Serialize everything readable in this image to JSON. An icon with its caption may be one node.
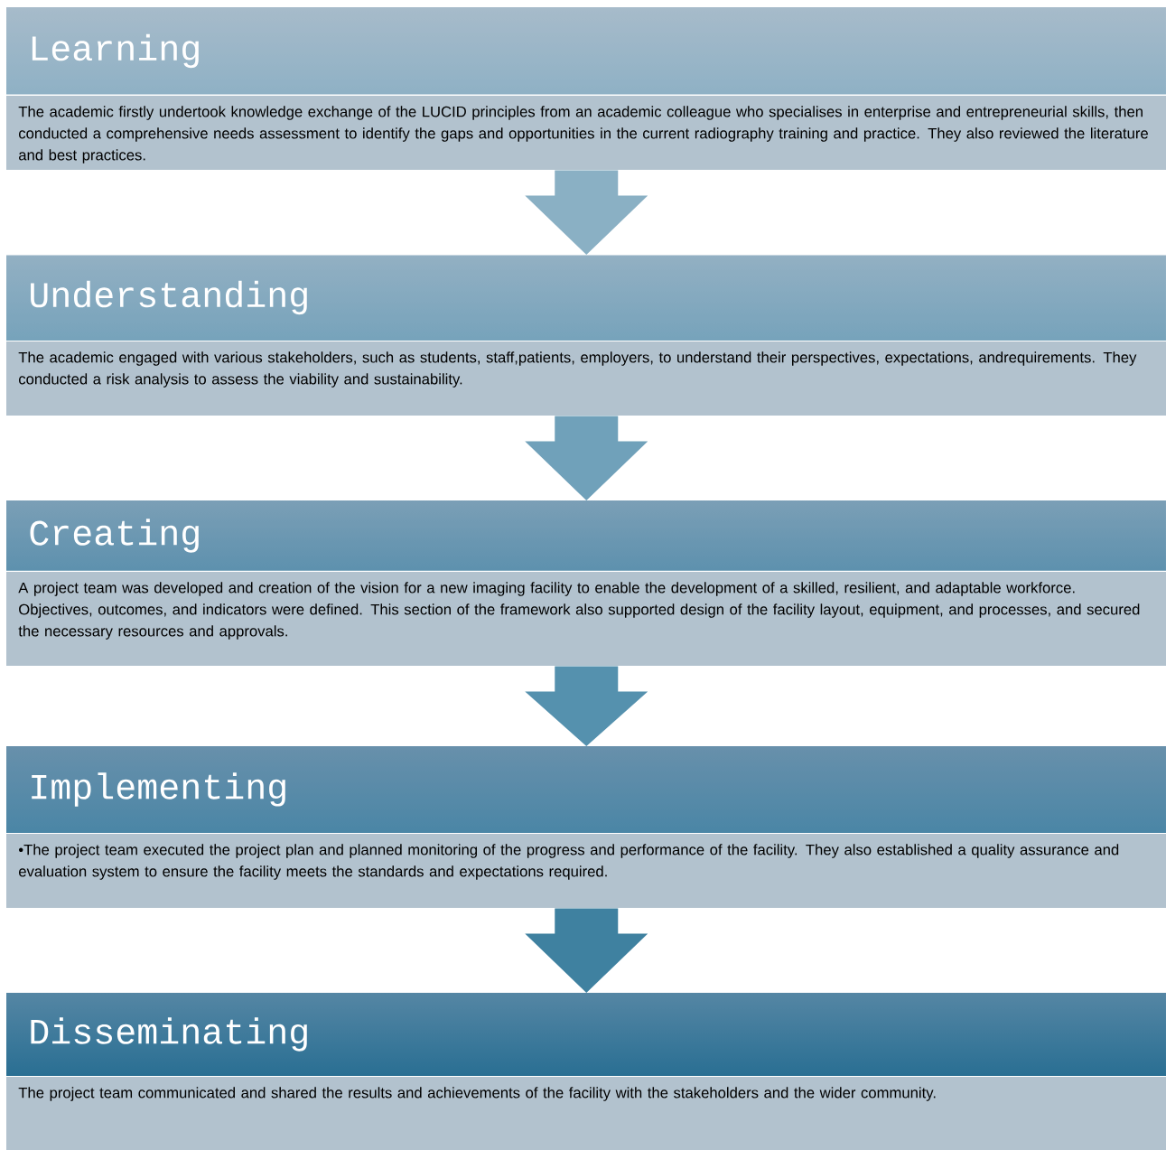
{
  "diagram": {
    "nodes": [
      {
        "text": [
          "Learning",
          "The academic firstly undertook knowledge exchange of the LUCID principles from an academic colleague who specialises in enterprise and entrepreneurial skills, then conducted a comprehensive needs assessment to identify the gaps and opportunities in the current radiography training and practice. They also reviewed the literature and best practices."
        ]
      },
      {
        "text": [
          "Understanding",
          "The academic engaged with various stakeholders, such as students, staff,patients, employers, to understand their perspectives, expectations, andrequirements. They conducted a risk analysis to assess the viability and sustainability."
        ]
      },
      {
        "text": [
          "Creating",
          "A project team was developed and creation of the vision for a new imaging facility to enable the development of a skilled, resilient, and adaptable workforce. Objectives, outcomes, and indicators were defined. This section of the framework also supported design of the facility layout, equipment, and processes, and secured the necessary resources and approvals."
        ]
      },
      {
        "text": [
          "Implementing",
          "•The project team executed the project plan and planned monitoring of the progress and performance of the facility. They also established a quality assurance and evaluation system to ensure the facility meets the standards and expectations required."
        ]
      },
      {
        "text": [
          "Disseminating",
          "The project team communicated and shared the results and achievements of the facility with the stakeholders and the wider community."
        ]
      }
    ],
    "edges": [
      {
        "from": 0,
        "to": 1,
        "arrow": "to"
      },
      {
        "from": 1,
        "to": 2,
        "arrow": "to"
      },
      {
        "from": 2,
        "to": 3,
        "arrow": "to"
      },
      {
        "from": 3,
        "to": 4,
        "arrow": "to"
      }
    ]
  }
}
